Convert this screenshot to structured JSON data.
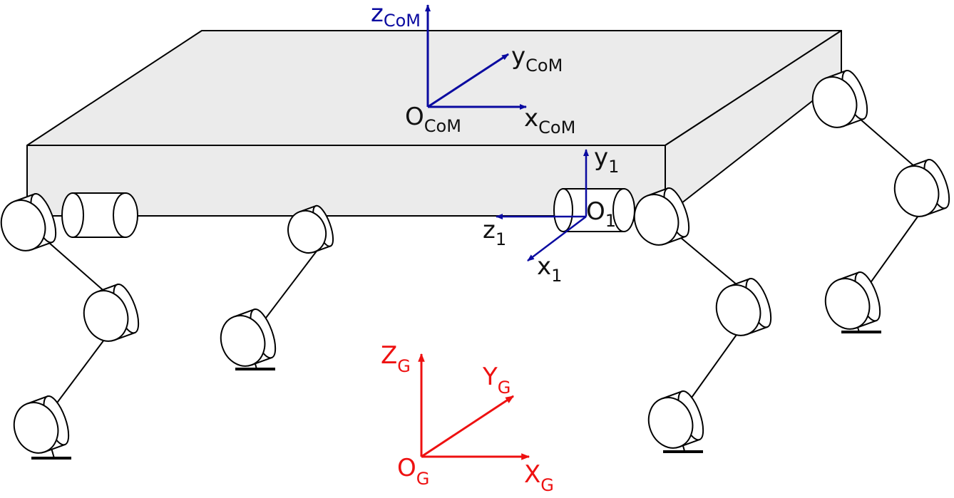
{
  "frames": {
    "com": {
      "z": "z",
      "z_sub": "CoM",
      "y": "y",
      "y_sub": "CoM",
      "x": "x",
      "x_sub": "CoM",
      "o": "O",
      "o_sub": "CoM",
      "color": "#0a0aa0"
    },
    "joint1": {
      "y": "y",
      "y_sub": "1",
      "z": "z",
      "z_sub": "1",
      "x": "x",
      "x_sub": "1",
      "o": "O",
      "o_sub": "1",
      "color": "#0a0aa0"
    },
    "ground": {
      "z": "Z",
      "z_sub": "G",
      "y": "Y",
      "y_sub": "G",
      "x": "X",
      "x_sub": "G",
      "o": "O",
      "o_sub": "G",
      "color": "#ee1111"
    }
  },
  "colors": {
    "body_fill": "#ebebeb",
    "outline": "#000000"
  }
}
